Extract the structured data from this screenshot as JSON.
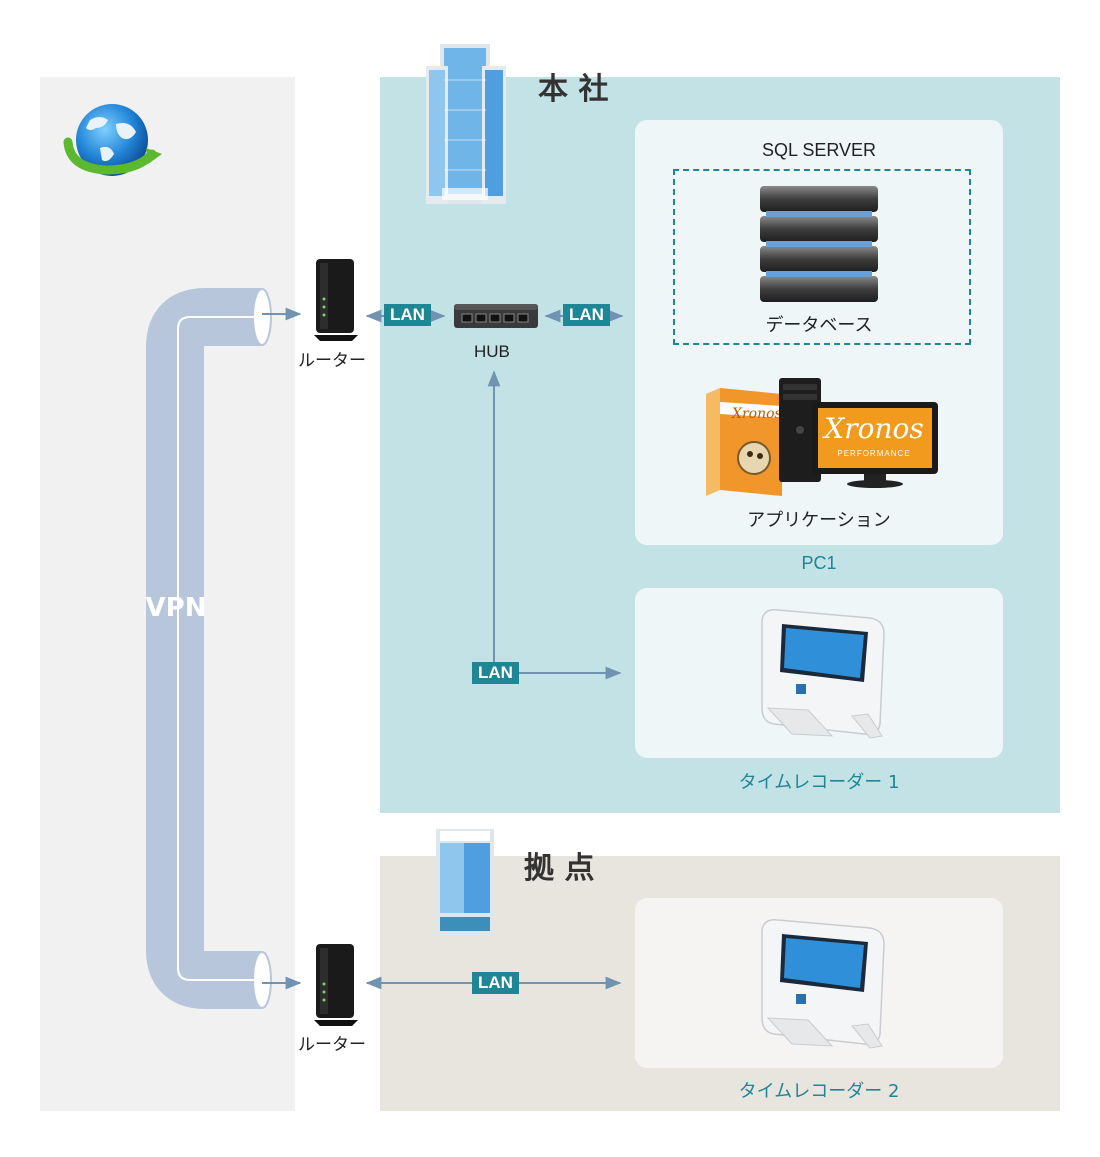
{
  "colors": {
    "internet_zone": "#f1f1f2",
    "hq_zone": "#c2e2e5",
    "branch_zone": "#e8e4de",
    "lan_badge": "#1e8694",
    "vpn_pipe": "#b8c6dc",
    "arrow": "#6f93b0"
  },
  "hq": {
    "title": "本 社"
  },
  "branch": {
    "title": "拠 点"
  },
  "vpn": {
    "label": "VPN"
  },
  "router_hq": {
    "label": "ルーター"
  },
  "router_branch": {
    "label": "ルーター"
  },
  "hub": {
    "label": "HUB"
  },
  "lan_labels": [
    "LAN",
    "LAN",
    "LAN",
    "LAN"
  ],
  "pc1": {
    "sql_title": "SQL SERVER",
    "database_label": "データベース",
    "app_label": "アプリケーション",
    "caption": "PC1",
    "brand": "Xronos",
    "brand_sub": "PERFORMANCE"
  },
  "recorder1": {
    "caption": "タイムレコーダー 1"
  },
  "recorder2": {
    "caption": "タイムレコーダー 2"
  },
  "icons": [
    "globe-icon",
    "building-icon",
    "router-icon",
    "hub-icon",
    "server-icon",
    "software-box-icon",
    "desktop-pc-icon",
    "time-recorder-icon"
  ]
}
